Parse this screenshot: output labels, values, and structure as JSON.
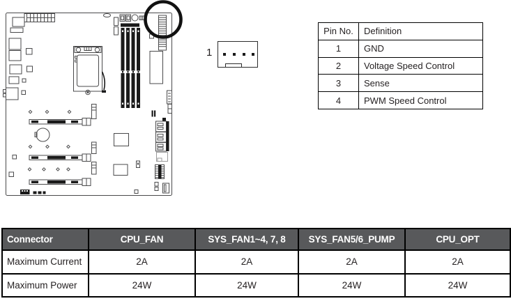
{
  "fan_connector": {
    "pin1_label": "1"
  },
  "pin_table": {
    "col_headers": [
      "Pin No.",
      "Definition"
    ],
    "rows": [
      {
        "pin": "1",
        "definition": "GND"
      },
      {
        "pin": "2",
        "definition": "Voltage Speed Control"
      },
      {
        "pin": "3",
        "definition": "Sense"
      },
      {
        "pin": "4",
        "definition": "PWM Speed Control"
      }
    ]
  },
  "spec_table": {
    "headers": [
      "Connector",
      "CPU_FAN",
      "SYS_FAN1~4, 7, 8",
      "SYS_FAN5/6_PUMP",
      "CPU_OPT"
    ],
    "rows": [
      {
        "label": "Maximum Current",
        "values": [
          "2A",
          "2A",
          "2A",
          "2A"
        ]
      },
      {
        "label": "Maximum Power",
        "values": [
          "24W",
          "24W",
          "24W",
          "24W"
        ]
      }
    ]
  },
  "colors": {
    "spec_header_bg": "#58595b",
    "spec_header_text": "#ffffff",
    "table_border": "#000000",
    "body_text": "#231f20",
    "diagram_line": "#4a4a4b",
    "diagram_fill": "#1a1a1a"
  }
}
